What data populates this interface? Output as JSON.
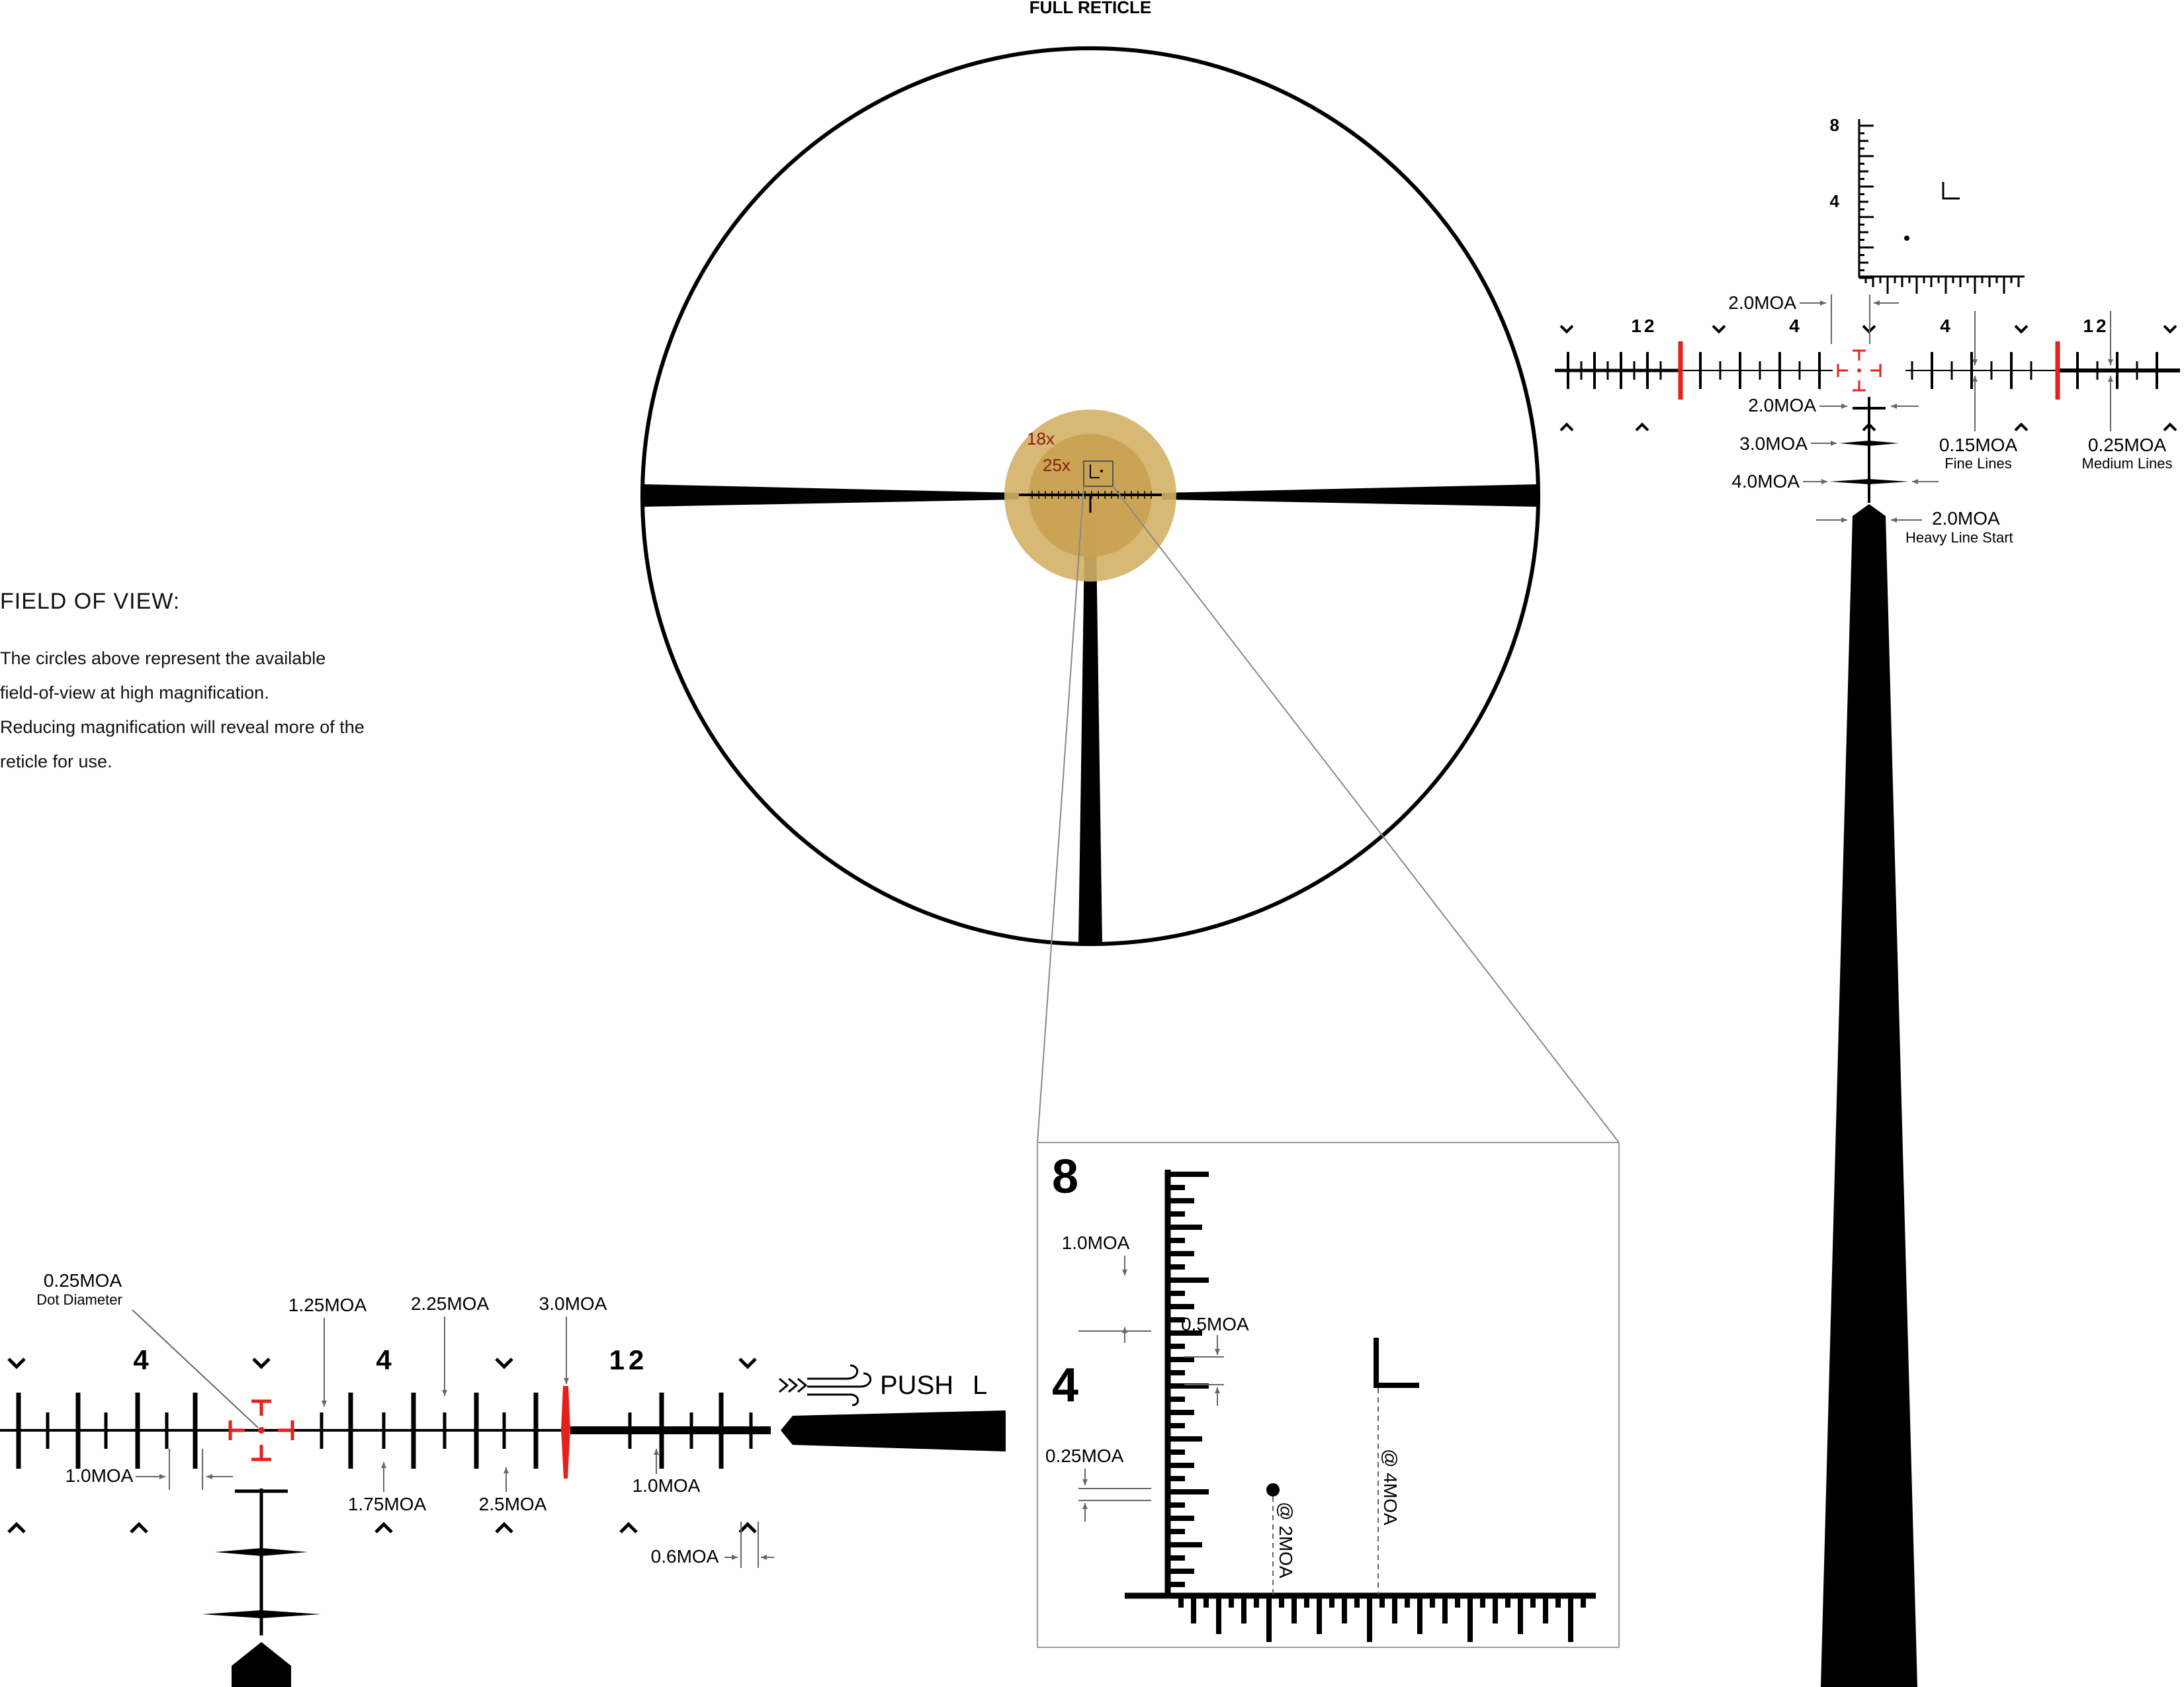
{
  "title": "FULL RETICLE",
  "fov": {
    "heading": "FIELD OF VIEW:",
    "lines": [
      "The circles above represent the available",
      "field-of-view at high magnification.",
      "Reducing magnification will reveal more of the",
      "reticle for use."
    ]
  },
  "magnifications": [
    "18x",
    "25x"
  ],
  "colors": {
    "ink": "#000000",
    "accent_red": "#e3221b",
    "fov_outer": "#d4b066",
    "fov_inner": "#c9a251",
    "mag_text": "#8a1c10",
    "frame_gray": "#999999"
  },
  "right_panel": {
    "scale_numbers": [
      "8",
      "4"
    ],
    "h_numbers": [
      "12",
      "4",
      "4",
      "12"
    ],
    "labels": {
      "top_2moa": "2.0MOA",
      "post_2moa": "2.0MOA",
      "post_3moa": "3.0MOA",
      "post_4moa": "4.0MOA",
      "fine": "0.15MOA",
      "fine_sub": "Fine Lines",
      "medium": "0.25MOA",
      "medium_sub": "Medium Lines",
      "heavy": "2.0MOA",
      "heavy_sub": "Heavy Line Start"
    }
  },
  "bottom_panel": {
    "h_numbers": [
      "4",
      "4",
      "12"
    ],
    "labels": {
      "dot": "0.25MOA",
      "dot_sub": "Dot Diameter",
      "a125": "1.25MOA",
      "a225": "2.25MOA",
      "a30": "3.0MOA",
      "a10_left": "1.0MOA",
      "a175": "1.75MOA",
      "a25": "2.5MOA",
      "a10_right": "1.0MOA",
      "a06": "0.6MOA"
    },
    "push_text": "PUSH",
    "push_letter": "L"
  },
  "zoom_panel": {
    "numbers": [
      "8",
      "4"
    ],
    "labels": {
      "a10": "1.0MOA",
      "a05": "0.5MOA",
      "a025": "0.25MOA",
      "at2": "@ 2MOA",
      "at4": "@ 4MOA"
    }
  }
}
